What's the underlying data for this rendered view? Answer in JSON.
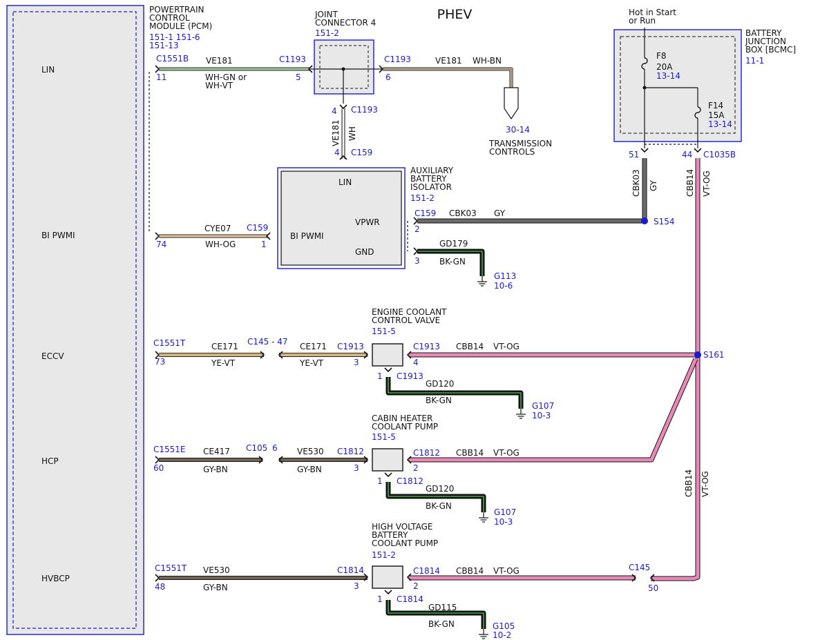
{
  "title": "PHEV",
  "colors": {
    "wh": "#f4f4f4",
    "gn": "#49a849",
    "vt": "#a56fd0",
    "bn": "#8b5a2b",
    "og": "#f0a030",
    "ye": "#f2e25c",
    "gy": "#6b6b6b",
    "bk": "#121212",
    "pink": "#e889b8",
    "blue": "#1a1ad6",
    "box": "#e8e8e8"
  },
  "pcm": {
    "name": [
      "POWERTRAIN",
      "CONTROL",
      "MODULE (PCM)"
    ],
    "refs": [
      "151-1  151-6",
      "151-13"
    ],
    "pins": [
      "LIN",
      "BI PWMI",
      "ECCV",
      "HCP",
      "HVBCP"
    ]
  },
  "jc4": {
    "name": [
      "JOINT",
      "CONNECTOR 4"
    ],
    "ref": "151-2"
  },
  "bjb": {
    "name": [
      "BATTERY",
      "JUNCTION",
      "BOX [BCMC]"
    ],
    "ref": "11-1",
    "hot": [
      "Hot in Start",
      "or Run"
    ],
    "f8": {
      "name": "F8",
      "amp": "20A",
      "ref": "13-14"
    },
    "f14": {
      "name": "F14",
      "amp": "15A",
      "ref": "13-14"
    },
    "pin51": "51",
    "pin44": "44",
    "conn": "C1035B"
  },
  "abi": {
    "name": [
      "AUXILIARY",
      "BATTERY",
      "ISOLATOR"
    ],
    "ref": "151-2",
    "lin": "LIN",
    "vpwr": "VPWR",
    "gnd": "GND",
    "bipwmi": "BI PWMI"
  },
  "tc": {
    "ref": "30-14",
    "name": [
      "TRANSMISSION",
      "CONTROLS"
    ]
  },
  "lin": {
    "c_left": "C1551B",
    "pin_left": "11",
    "circuit": "VE181",
    "colors": [
      "WH-GN  or",
      "WH-VT"
    ],
    "c_jc": "C1193",
    "pin_jc": "5",
    "c_right": "C1193",
    "pin_right": "6",
    "circuit_r": "VE181",
    "color_r": "WH-BN",
    "pin_down": "4",
    "c_down": "C1193",
    "vert_circuit": "VE181",
    "vert_color": "WH",
    "pin_abi": "4",
    "c_abi": "C159"
  },
  "bipwmi": {
    "circuit": "CYE07",
    "c": "C159",
    "pin_left": "74",
    "color": "WH-OG",
    "pin_right": "1"
  },
  "vpwr": {
    "c": "C159",
    "circuit": "CBK03",
    "color": "GY",
    "pin": "2",
    "vert_circuit": "CBK03",
    "vert_color": "GY",
    "splice": "S154"
  },
  "abi_gnd": {
    "pin": "3",
    "circuit": "GD179",
    "color": "BK-GN",
    "ground": "G113",
    "ref": "10-6"
  },
  "cbb": {
    "circuit": "CBB14",
    "color": "VT-OG",
    "splice": "S161"
  },
  "eccv": {
    "name": [
      "ENGINE COOLANT",
      "CONTROL VALVE"
    ],
    "ref": "151-5",
    "c_left": "C1551T",
    "pin_left": "73",
    "circuit1": "CE171",
    "color1": "YE-VT",
    "inline": "C145 - 47",
    "circuit2": "CE171",
    "color2": "YE-VT",
    "c_in": "C1913",
    "pin_in": "3",
    "c_out": "C1913",
    "pin_out": "4",
    "pwr_circuit": "CBB14",
    "pwr_color": "VT-OG",
    "gnd_pin": "1",
    "gnd_c": "C1913",
    "gnd_circuit": "GD120",
    "gnd_color": "BK-GN",
    "ground": "G107",
    "ground_ref": "10-3"
  },
  "hcp": {
    "name": [
      "CABIN HEATER",
      "COOLANT PUMP"
    ],
    "ref": "151-5",
    "c_left": "C1551E",
    "pin_left": "60",
    "circuit1": "CE417",
    "color1": "GY-BN",
    "inline_c": "C105",
    "inline_pin": "6",
    "circuit2": "VE530",
    "color2": "GY-BN",
    "c_in": "C1812",
    "pin_in": "3",
    "c_out": "C1812",
    "pin_out": "2",
    "pwr_circuit": "CBB14",
    "pwr_color": "VT-OG",
    "gnd_pin": "1",
    "gnd_c": "C1812",
    "gnd_circuit": "GD120",
    "gnd_color": "BK-GN",
    "ground": "G107",
    "ground_ref": "10-3"
  },
  "hvbcp": {
    "name": [
      "HIGH VOLTAGE",
      "BATTERY",
      "COOLANT PUMP"
    ],
    "ref": "151-2",
    "c_left": "C1551T",
    "pin_left": "48",
    "circuit": "VE530",
    "color": "GY-BN",
    "c_in": "C1814",
    "pin_in": "3",
    "c_out": "C1814",
    "pin_out": "2",
    "pwr_circuit": "CBB14",
    "pwr_color": "VT-OG",
    "inline_c": "C145",
    "inline_pin": "50",
    "vert_circuit": "CBB14",
    "vert_color": "VT-OG",
    "gnd_pin": "1",
    "gnd_c": "C1814",
    "gnd_circuit": "GD115",
    "gnd_color": "BK-GN",
    "ground": "G105",
    "ground_ref": "10-2"
  }
}
